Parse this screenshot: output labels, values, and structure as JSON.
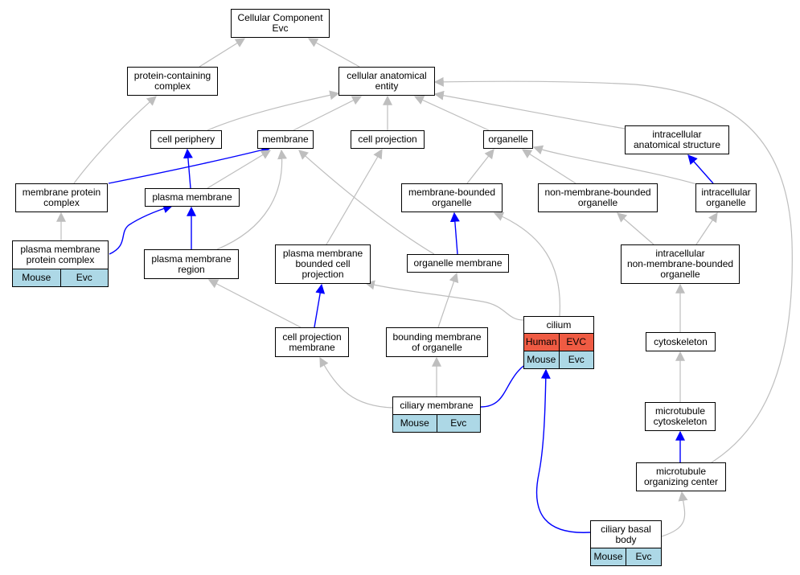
{
  "diagram": {
    "nodes": {
      "cellular_component": "Cellular Component\nEvc",
      "protein_containing_complex": "protein-containing\ncomplex",
      "cellular_anatomical_entity": "cellular anatomical\nentity",
      "cell_periphery": "cell periphery",
      "membrane": "membrane",
      "cell_projection": "cell projection",
      "organelle": "organelle",
      "intracellular_anatomical_structure": "intracellular\nanatomical structure",
      "membrane_protein_complex": "membrane protein\ncomplex",
      "plasma_membrane": "plasma membrane",
      "membrane_bounded_organelle": "membrane-bounded\norganelle",
      "non_membrane_bounded_organelle": "non-membrane-bounded\norganelle",
      "intracellular_organelle": "intracellular\norganelle",
      "plasma_membrane_protein_complex": "plasma membrane\nprotein complex",
      "plasma_membrane_region": "plasma membrane\nregion",
      "plasma_membrane_bounded_cell_projection": "plasma membrane\nbounded cell\nprojection",
      "organelle_membrane": "organelle membrane",
      "intracellular_non_membrane_bounded_organelle": "intracellular\nnon-membrane-bounded\norganelle",
      "cell_projection_membrane": "cell projection\nmembrane",
      "bounding_membrane_of_organelle": "bounding membrane\nof organelle",
      "cilium": "cilium",
      "cytoskeleton": "cytoskeleton",
      "ciliary_membrane": "ciliary membrane",
      "microtubule_cytoskeleton": "microtubule\ncytoskeleton",
      "microtubule_organizing_center": "microtubule\norganizing center",
      "ciliary_basal_body": "ciliary basal\nbody"
    },
    "annotations": {
      "plasma_membrane_protein_complex": [
        [
          "Mouse",
          "Evc"
        ]
      ],
      "cilium": [
        [
          "Human",
          "EVC"
        ],
        [
          "Mouse",
          "Evc"
        ]
      ],
      "ciliary_membrane": [
        [
          "Mouse",
          "Evc"
        ]
      ],
      "ciliary_basal_body": [
        [
          "Mouse",
          "Evc"
        ]
      ]
    },
    "colors": {
      "edge_is_a": "#bebebe",
      "edge_part_of": "#0000ff",
      "mouse_cell": "#add8e6",
      "human_cell": "#ef5b43",
      "node_border": "#000000"
    },
    "edges": [
      {
        "from": "protein_containing_complex",
        "to": "cellular_component",
        "type": "is_a"
      },
      {
        "from": "cellular_anatomical_entity",
        "to": "cellular_component",
        "type": "is_a"
      },
      {
        "from": "membrane_protein_complex",
        "to": "protein_containing_complex",
        "type": "is_a"
      },
      {
        "from": "cell_periphery",
        "to": "cellular_anatomical_entity",
        "type": "is_a"
      },
      {
        "from": "membrane",
        "to": "cellular_anatomical_entity",
        "type": "is_a"
      },
      {
        "from": "cell_projection",
        "to": "cellular_anatomical_entity",
        "type": "is_a"
      },
      {
        "from": "organelle",
        "to": "cellular_anatomical_entity",
        "type": "is_a"
      },
      {
        "from": "intracellular_anatomical_structure",
        "to": "cellular_anatomical_entity",
        "type": "is_a"
      },
      {
        "from": "microtubule_organizing_center",
        "to": "cellular_anatomical_entity",
        "type": "is_a"
      },
      {
        "from": "membrane_protein_complex",
        "to": "membrane",
        "type": "part_of"
      },
      {
        "from": "plasma_membrane",
        "to": "cell_periphery",
        "type": "part_of"
      },
      {
        "from": "plasma_membrane",
        "to": "membrane",
        "type": "is_a"
      },
      {
        "from": "plasma_membrane_region",
        "to": "membrane",
        "type": "is_a"
      },
      {
        "from": "organelle_membrane",
        "to": "membrane",
        "type": "is_a"
      },
      {
        "from": "plasma_membrane_bounded_cell_projection",
        "to": "cell_projection",
        "type": "is_a"
      },
      {
        "from": "membrane_bounded_organelle",
        "to": "organelle",
        "type": "is_a"
      },
      {
        "from": "non_membrane_bounded_organelle",
        "to": "organelle",
        "type": "is_a"
      },
      {
        "from": "intracellular_organelle",
        "to": "organelle",
        "type": "is_a"
      },
      {
        "from": "intracellular_organelle",
        "to": "intracellular_anatomical_structure",
        "type": "part_of"
      },
      {
        "from": "plasma_membrane_protein_complex",
        "to": "membrane_protein_complex",
        "type": "is_a"
      },
      {
        "from": "plasma_membrane_protein_complex",
        "to": "plasma_membrane",
        "type": "part_of"
      },
      {
        "from": "plasma_membrane_region",
        "to": "plasma_membrane",
        "type": "part_of"
      },
      {
        "from": "organelle_membrane",
        "to": "membrane_bounded_organelle",
        "type": "part_of"
      },
      {
        "from": "cilium",
        "to": "membrane_bounded_organelle",
        "type": "is_a"
      },
      {
        "from": "intracellular_non_membrane_bounded_organelle",
        "to": "non_membrane_bounded_organelle",
        "type": "is_a"
      },
      {
        "from": "intracellular_non_membrane_bounded_organelle",
        "to": "intracellular_organelle",
        "type": "is_a"
      },
      {
        "from": "cell_projection_membrane",
        "to": "plasma_membrane_region",
        "type": "is_a"
      },
      {
        "from": "cell_projection_membrane",
        "to": "plasma_membrane_bounded_cell_projection",
        "type": "part_of"
      },
      {
        "from": "cilium",
        "to": "plasma_membrane_bounded_cell_projection",
        "type": "is_a"
      },
      {
        "from": "bounding_membrane_of_organelle",
        "to": "organelle_membrane",
        "type": "is_a"
      },
      {
        "from": "cytoskeleton",
        "to": "intracellular_non_membrane_bounded_organelle",
        "type": "is_a"
      },
      {
        "from": "ciliary_membrane",
        "to": "cell_projection_membrane",
        "type": "is_a"
      },
      {
        "from": "ciliary_membrane",
        "to": "bounding_membrane_of_organelle",
        "type": "is_a"
      },
      {
        "from": "ciliary_membrane",
        "to": "cilium",
        "type": "part_of"
      },
      {
        "from": "microtubule_cytoskeleton",
        "to": "cytoskeleton",
        "type": "is_a"
      },
      {
        "from": "microtubule_organizing_center",
        "to": "microtubule_cytoskeleton",
        "type": "part_of"
      },
      {
        "from": "ciliary_basal_body",
        "to": "cilium",
        "type": "part_of"
      },
      {
        "from": "ciliary_basal_body",
        "to": "microtubule_organizing_center",
        "type": "is_a"
      }
    ]
  }
}
